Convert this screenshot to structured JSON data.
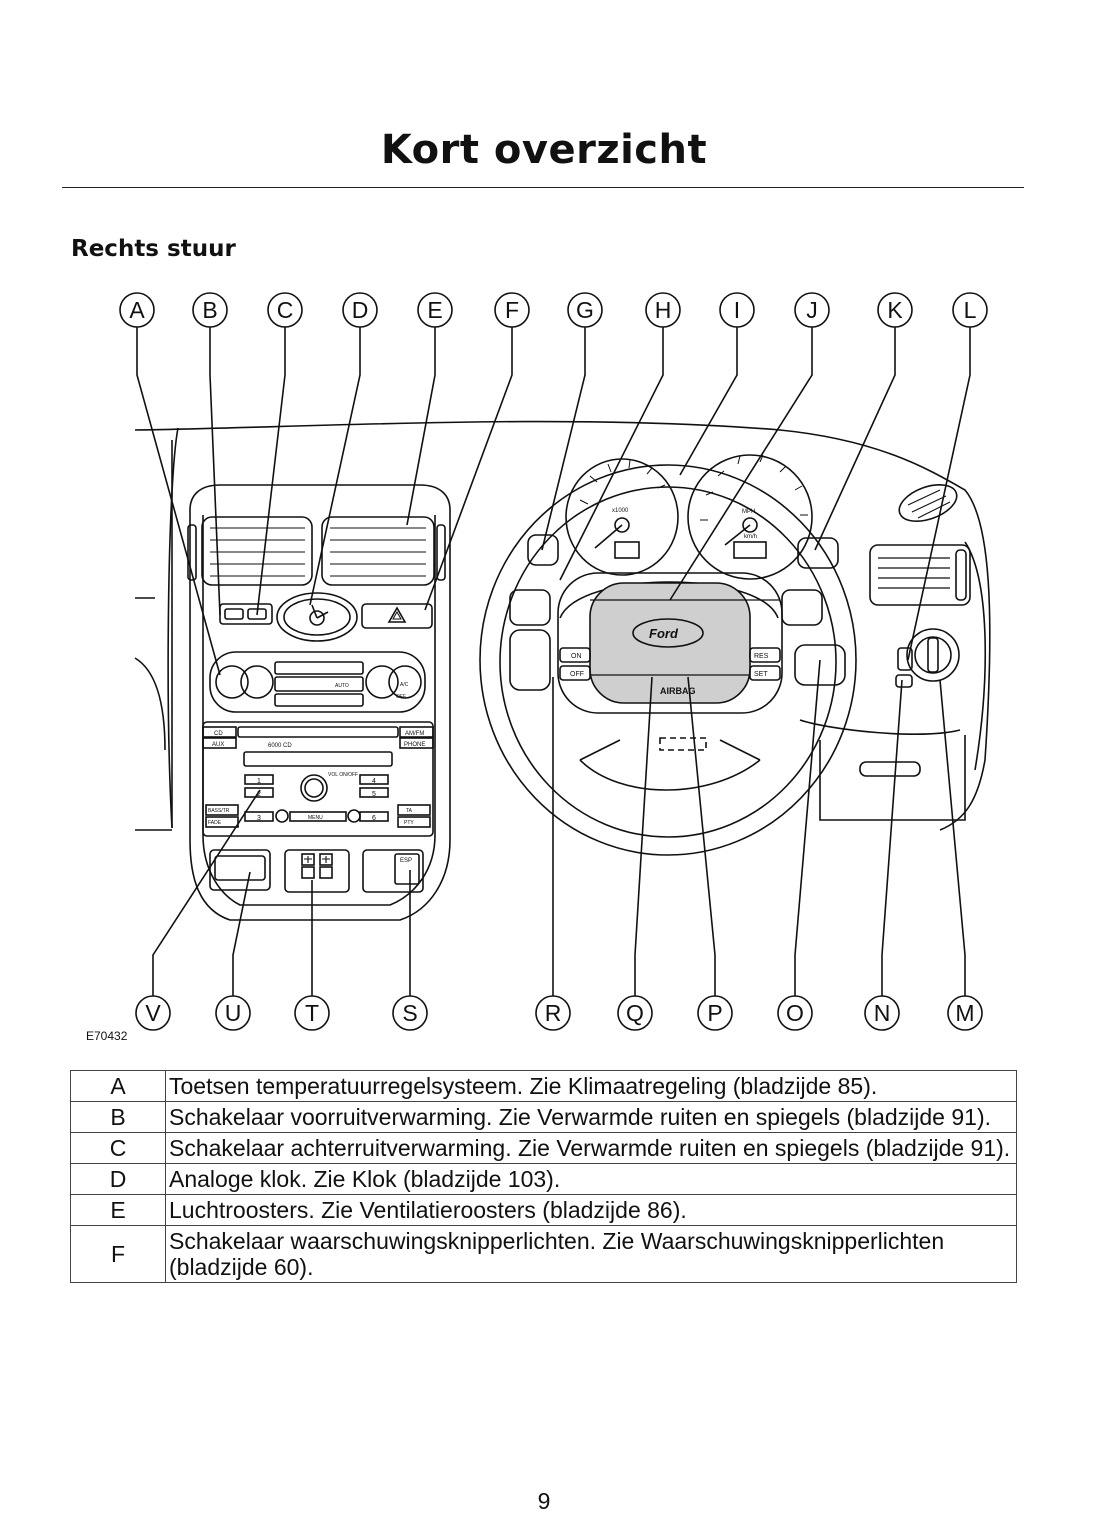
{
  "page": {
    "title": "Kort overzicht",
    "section_title": "Rechts stuur",
    "figure_code": "E70432",
    "page_number": "9"
  },
  "diagram": {
    "callouts_top": [
      "A",
      "B",
      "C",
      "D",
      "E",
      "F",
      "G",
      "H",
      "I",
      "J",
      "K",
      "L"
    ],
    "callouts_bottom": [
      "V",
      "U",
      "T",
      "S",
      "R",
      "Q",
      "P",
      "O",
      "N",
      "M"
    ],
    "labels": {
      "brand": "Ford",
      "airbag": "AIRBAG",
      "cruise_on": "ON",
      "cruise_off": "OFF",
      "cruise_res": "RES",
      "cruise_set": "SET",
      "radio_cd": "CD",
      "radio_aux": "AUX",
      "radio_amfm": "AM/FM",
      "radio_phone": "PHONE",
      "radio_model": "6000 CD",
      "radio_vol": "VOL ON/OFF",
      "radio_bass": "BASS/TR",
      "radio_fade": "FADE",
      "radio_ta": "TA",
      "radio_pty": "PTY",
      "radio_menu": "MENU",
      "preset_1": "1",
      "preset_2": "2",
      "preset_3": "3",
      "preset_4": "4",
      "preset_5": "5",
      "preset_6": "6",
      "esp": "ESP",
      "tacho_unit": "x1000",
      "speedo_mph": "MPH",
      "speedo_kmh": "km/h",
      "climate_auto": "AUTO",
      "climate_ac": "A/C",
      "climate_off": "OFF"
    }
  },
  "legend": [
    {
      "key": "A",
      "text": "Toetsen temperatuurregelsysteem.  Zie Klimaatregeling (bladzijde 85)."
    },
    {
      "key": "B",
      "text": "Schakelaar voorruitverwarming.  Zie Verwarmde ruiten en spiegels (bladzijde 91)."
    },
    {
      "key": "C",
      "text": "Schakelaar achterruitverwarming.  Zie Verwarmde ruiten en spiegels (bladzijde 91)."
    },
    {
      "key": "D",
      "text": "Analoge klok.  Zie Klok (bladzijde 103)."
    },
    {
      "key": "E",
      "text": "Luchtroosters.  Zie Ventilatieroosters (bladzijde 86)."
    },
    {
      "key": "F",
      "text": "Schakelaar waarschuwingsknipperlichten.  Zie Waarschuwingsknipperlichten (bladzijde 60)."
    }
  ]
}
